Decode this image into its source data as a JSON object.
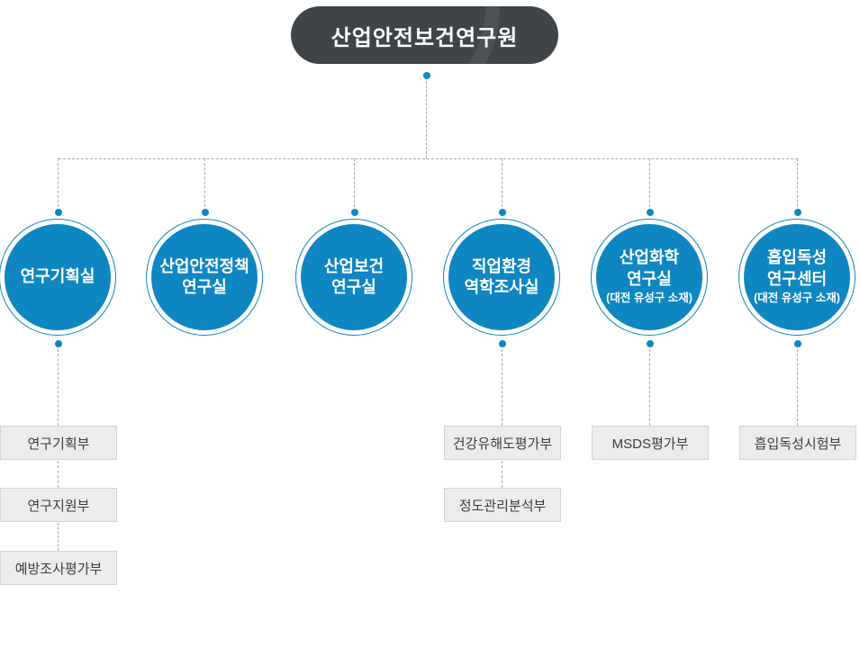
{
  "org": {
    "root": "산업안전보건연구원",
    "columns": [
      {
        "circle": {
          "lines": [
            "연구기획실"
          ],
          "note": ""
        },
        "boxes": [
          "연구기획부",
          "연구지원부",
          "예방조사평가부"
        ]
      },
      {
        "circle": {
          "lines": [
            "산업안전정책",
            "연구실"
          ],
          "note": ""
        },
        "boxes": []
      },
      {
        "circle": {
          "lines": [
            "산업보건",
            "연구실"
          ],
          "note": ""
        },
        "boxes": []
      },
      {
        "circle": {
          "lines": [
            "직업환경",
            "역학조사실"
          ],
          "note": ""
        },
        "boxes": [
          "건강유해도평가부",
          "정도관리분석부"
        ]
      },
      {
        "circle": {
          "lines": [
            "산업화학",
            "연구실"
          ],
          "note": "(대전 유성구 소재)"
        },
        "boxes": [
          "MSDS평가부"
        ]
      },
      {
        "circle": {
          "lines": [
            "흡입독성",
            "연구센터"
          ],
          "note": "(대전 유성구 소재)"
        },
        "boxes": [
          "흡입독성시험부"
        ]
      }
    ],
    "colors": {
      "accent_blue": "#0e86c2",
      "root_pill_dark": "#3f4449",
      "box_background": "#ececec",
      "box_border": "#d4d4d4",
      "connector_gray": "#a8a8a8"
    }
  }
}
